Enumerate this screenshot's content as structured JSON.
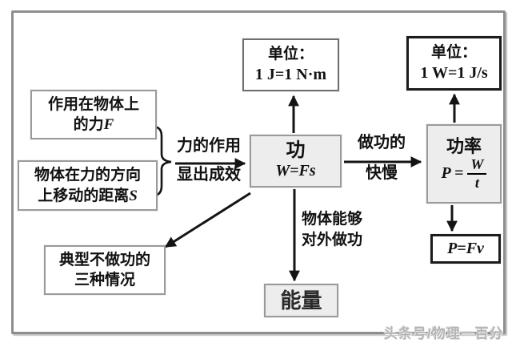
{
  "boxes": {
    "force": {
      "line1": "作用在物体上",
      "line2_prefix": "的力",
      "line2_var": "F"
    },
    "distance": {
      "line1": "物体在力的方向",
      "line2_prefix": "上移动的距离",
      "line2_var": "S"
    },
    "no_work": {
      "line1": "典型不做功的",
      "line2": "三种情况"
    },
    "work": {
      "title": "功",
      "formula": "W=Fs"
    },
    "unit_work": {
      "line1": "单位：",
      "line2": "1 J=1 N·m"
    },
    "unit_power": {
      "line1": "单位：",
      "line2": "1 W=1 J/s"
    },
    "power": {
      "title": "功率",
      "formula_lhs": "P =",
      "frac_numerator": "W",
      "frac_denominator": "t"
    },
    "pfv": {
      "formula": "P=Fv"
    },
    "energy": {
      "title": "能量"
    }
  },
  "labels": {
    "cause": {
      "line1": "力的作用",
      "line2": "显出成效"
    },
    "speed": {
      "line1": "做功的",
      "line2": "快慢"
    },
    "energy_transfer": {
      "line1": "物体能够",
      "line2": "对外做功"
    }
  },
  "watermark": "头条号/物理一百分",
  "connectors": {
    "brace": "curly-brace grouping force and distance boxes",
    "arrows": [
      {
        "name": "inputs-to-work",
        "direction": "right"
      },
      {
        "name": "work-to-work-unit",
        "direction": "up"
      },
      {
        "name": "work-to-power",
        "direction": "right"
      },
      {
        "name": "power-to-power-unit",
        "direction": "up"
      },
      {
        "name": "power-to-pfv",
        "direction": "down"
      },
      {
        "name": "work-to-energy",
        "direction": "down"
      },
      {
        "name": "work-to-no-work",
        "direction": "down-left"
      }
    ]
  },
  "colors": {
    "frame_border": "#8e8e8e",
    "box_border_light": "#9a9a9a",
    "box_border_dark": "#1c1c1c",
    "box_fill_gray": "#ededed",
    "arrow": "#141414",
    "text": "#111111",
    "watermark": "#b5b5b5"
  }
}
